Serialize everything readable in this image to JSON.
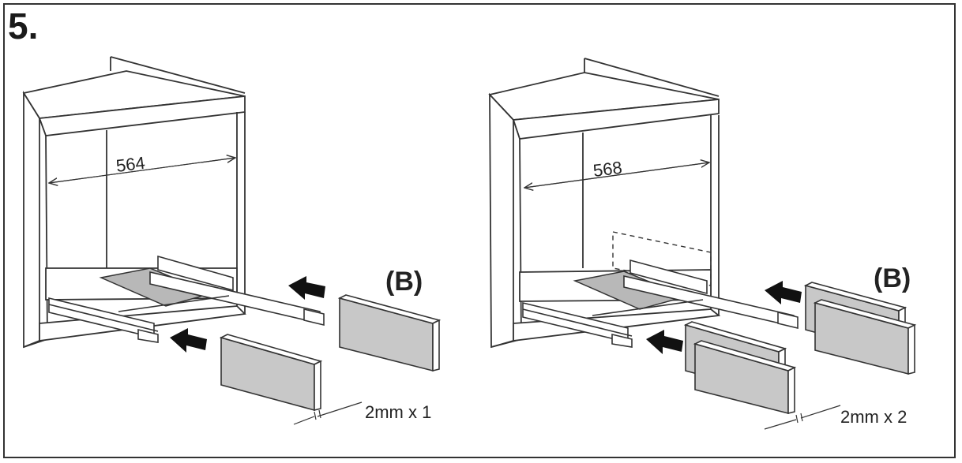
{
  "step_number": "5.",
  "left_panel": {
    "width_dimension": "564",
    "part_label": "(B)",
    "spacer_note": "2mm x 1"
  },
  "right_panel": {
    "width_dimension": "568",
    "part_label": "(B)",
    "spacer_note": "2mm x 2"
  },
  "colors": {
    "line": "#333333",
    "panel_fill": "#c8c8c8",
    "base_fill": "#b8b8b8",
    "arrow": "#111111"
  }
}
